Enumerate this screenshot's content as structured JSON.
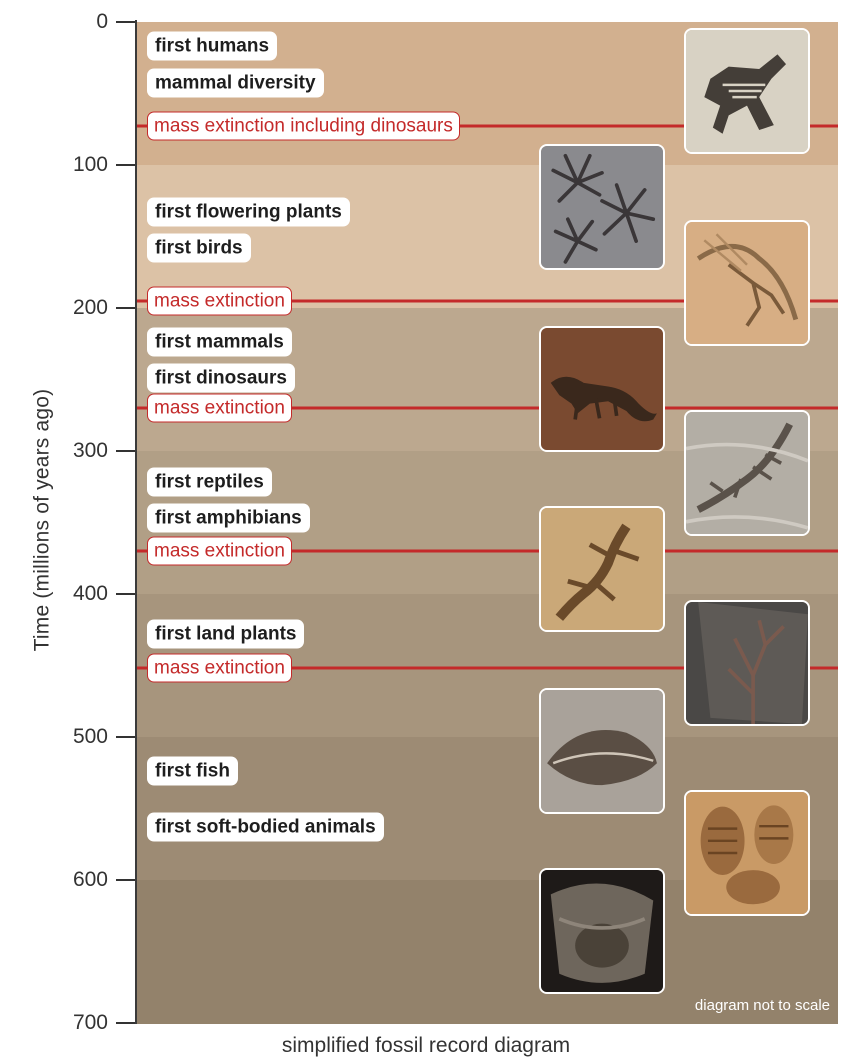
{
  "axis": {
    "label": "Time (millions of years ago)",
    "ticks": [
      "0",
      "100",
      "200",
      "300",
      "400",
      "500",
      "600",
      "700"
    ]
  },
  "events": [
    {
      "label": "first humans",
      "ma": 17,
      "type": "event"
    },
    {
      "label": "mammal diversity",
      "ma": 43,
      "type": "event"
    },
    {
      "label": "mass extinction including dinosaurs",
      "ma": 73,
      "type": "extinction"
    },
    {
      "label": "first flowering plants",
      "ma": 133,
      "type": "event"
    },
    {
      "label": "first birds",
      "ma": 158,
      "type": "event"
    },
    {
      "label": "mass extinction",
      "ma": 195,
      "type": "extinction"
    },
    {
      "label": "first mammals",
      "ma": 224,
      "type": "event"
    },
    {
      "label": "first dinosaurs",
      "ma": 249,
      "type": "event"
    },
    {
      "label": "mass extinction",
      "ma": 270,
      "type": "extinction"
    },
    {
      "label": "first reptiles",
      "ma": 322,
      "type": "event"
    },
    {
      "label": "first amphibians",
      "ma": 347,
      "type": "event"
    },
    {
      "label": "mass extinction",
      "ma": 370,
      "type": "extinction"
    },
    {
      "label": "first land plants",
      "ma": 428,
      "type": "event"
    },
    {
      "label": "mass extinction",
      "ma": 452,
      "type": "extinction"
    },
    {
      "label": "first fish",
      "ma": 524,
      "type": "event"
    },
    {
      "label": "first soft-bodied animals",
      "ma": 563,
      "type": "event"
    }
  ],
  "fossil_images": [
    {
      "name": "horse-fossil-image"
    },
    {
      "name": "plant-fossil-image"
    },
    {
      "name": "bird-fossil-image"
    },
    {
      "name": "dinosaur-fossil-image"
    },
    {
      "name": "reptile-fossil-image"
    },
    {
      "name": "amphibian-fossil-image"
    },
    {
      "name": "land-plant-fossil-image"
    },
    {
      "name": "fish-fossil-image"
    },
    {
      "name": "trilobite-fossil-image"
    },
    {
      "name": "soft-bodied-fossil-image"
    }
  ],
  "colors": {
    "extinction": "#c42a2a",
    "band_1": "#d2b08f",
    "band_2": "#dcc2a6",
    "band_3": "#bca88f",
    "band_4": "#b19f86",
    "band_5": "#a7957d",
    "band_6": "#9d8b74",
    "band_7": "#93826b"
  },
  "note": "diagram not to scale",
  "caption": "simplified fossil record diagram"
}
